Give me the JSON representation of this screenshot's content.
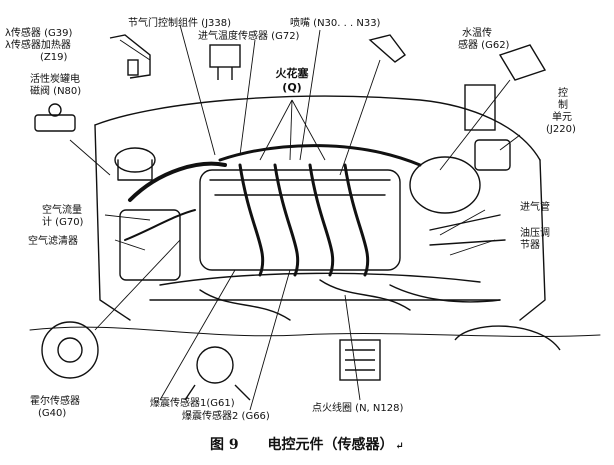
{
  "labels": {
    "g39": "λ传感器 (G39)",
    "z19_a": "λ传感器加热器",
    "z19_b": "(Z19)",
    "j338": "节气门控制组件 (J338)",
    "n30": "喷嘴 (N30. . . N33)",
    "g72": "进气温度传感器 (G72)",
    "g62_a": "水温传",
    "g62_b": "感器 (G62)",
    "n80_a": "活性炭罐电",
    "n80_b": "磁阀 (N80)",
    "q_a": "火花塞",
    "q_b": "(Q)",
    "j220_a": "控",
    "j220_b": "制",
    "j220_c": "单元",
    "j220_d": "(J220)",
    "g70_a": "空气流量",
    "g70_b": "计 (G70)",
    "air_filter": "空气滤清器",
    "intake_pipe": "进气管",
    "oil_reg_a": "油压调",
    "oil_reg_b": "节器",
    "g40_a": "霍尔传感器",
    "g40_b": "(G40)",
    "g61": "爆震传感器1(G61)",
    "g66": "爆震传感器2 (G66)",
    "n128": "点火线圈 (N, N128)"
  },
  "caption": {
    "figure": "图 9",
    "title": "电控元件（传感器）",
    "mark": "↵"
  }
}
